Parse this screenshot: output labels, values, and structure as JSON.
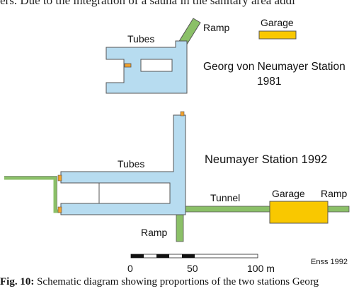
{
  "top_fragment": "ers. Due to the integration of a sauna in the sanitary area addi",
  "diagram_1981": {
    "title_line1": "Georg von Neumayer Station",
    "title_line2": "1981",
    "tubes_label": "Tubes",
    "ramp_label": "Ramp",
    "garage_label": "Garage"
  },
  "diagram_1992": {
    "title": "Neumayer Station 1992",
    "tubes_label": "Tubes",
    "tunnel_label": "Tunnel",
    "garage_label": "Garage",
    "ramp_right_label": "Ramp",
    "ramp_bottom_label": "Ramp"
  },
  "scale_bar": {
    "tick_0": "0",
    "tick_50": "50",
    "tick_100": "100 m"
  },
  "credit": "Enss 1992",
  "caption": {
    "fig_label": "Fig. 10:",
    "text": "Schematic diagram showing proportions of the two stations Georg"
  },
  "colors": {
    "tube_fill": "#b7dcf0",
    "ramp_fill": "#8bc068",
    "garage_fill": "#f9c800",
    "outline": "#555555"
  }
}
